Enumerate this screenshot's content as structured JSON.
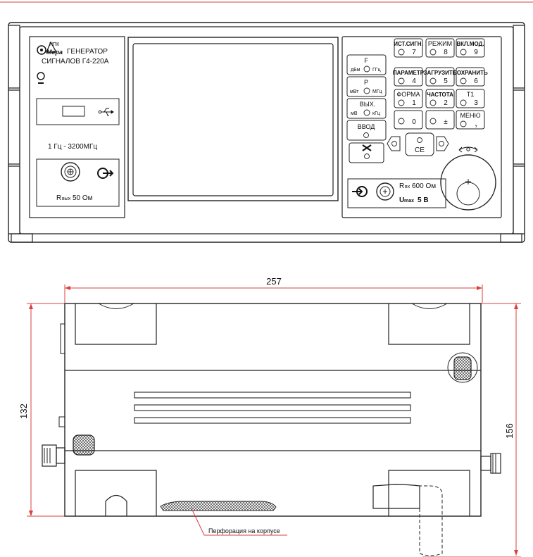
{
  "front_panel": {
    "brand_npk": "НПК",
    "brand_name": "Мера",
    "title_line1": "ГЕНЕРАТОР",
    "title_line2": "СИГНАЛОВ  Г4-220А",
    "freq_range": "1 Гц - 3200МГц",
    "output_label": "R",
    "output_sub": "вых",
    "output_value": "50 Ом",
    "nav_buttons": {
      "f": {
        "title": "F",
        "left": "дБм",
        "right": "ГГц"
      },
      "p": {
        "title": "P",
        "left": "мВт",
        "right": "МГц"
      },
      "out": {
        "title": "ВЫХ.",
        "left": "мВ",
        "right": "кГц"
      },
      "enter": {
        "title": "ВВОД"
      }
    },
    "keypad": [
      {
        "label": "ИСТ.СИГН.",
        "digit": "7"
      },
      {
        "label": "РЕЖИМ",
        "digit": "8"
      },
      {
        "label": "ВКЛ.МОД.",
        "digit": "9"
      },
      {
        "label": "ПАРАМЕТР",
        "digit": "4"
      },
      {
        "label": "ЗАГРУЗИТЬ",
        "digit": "5"
      },
      {
        "label": "СОХРАНИТЬ",
        "digit": "6"
      },
      {
        "label": "ФОРМА",
        "digit": "1"
      },
      {
        "label": "ЧАСТОТА",
        "digit": "2"
      },
      {
        "label": "T1",
        "digit": "3"
      },
      {
        "label": "",
        "digit": "0"
      },
      {
        "label": "",
        "digit": "±"
      },
      {
        "label": "МЕНЮ",
        "digit": ","
      }
    ],
    "ce_label": "CE",
    "input_label": "R",
    "input_sub": "вх",
    "input_value": "600 Ом",
    "umax_label": "U",
    "umax_sub": "max",
    "umax_value": "5 В"
  },
  "side_view": {
    "dim_width": "257",
    "dim_height": "132",
    "dim_height_total": "156",
    "perforation_label": "Перфорация на корпусе"
  }
}
